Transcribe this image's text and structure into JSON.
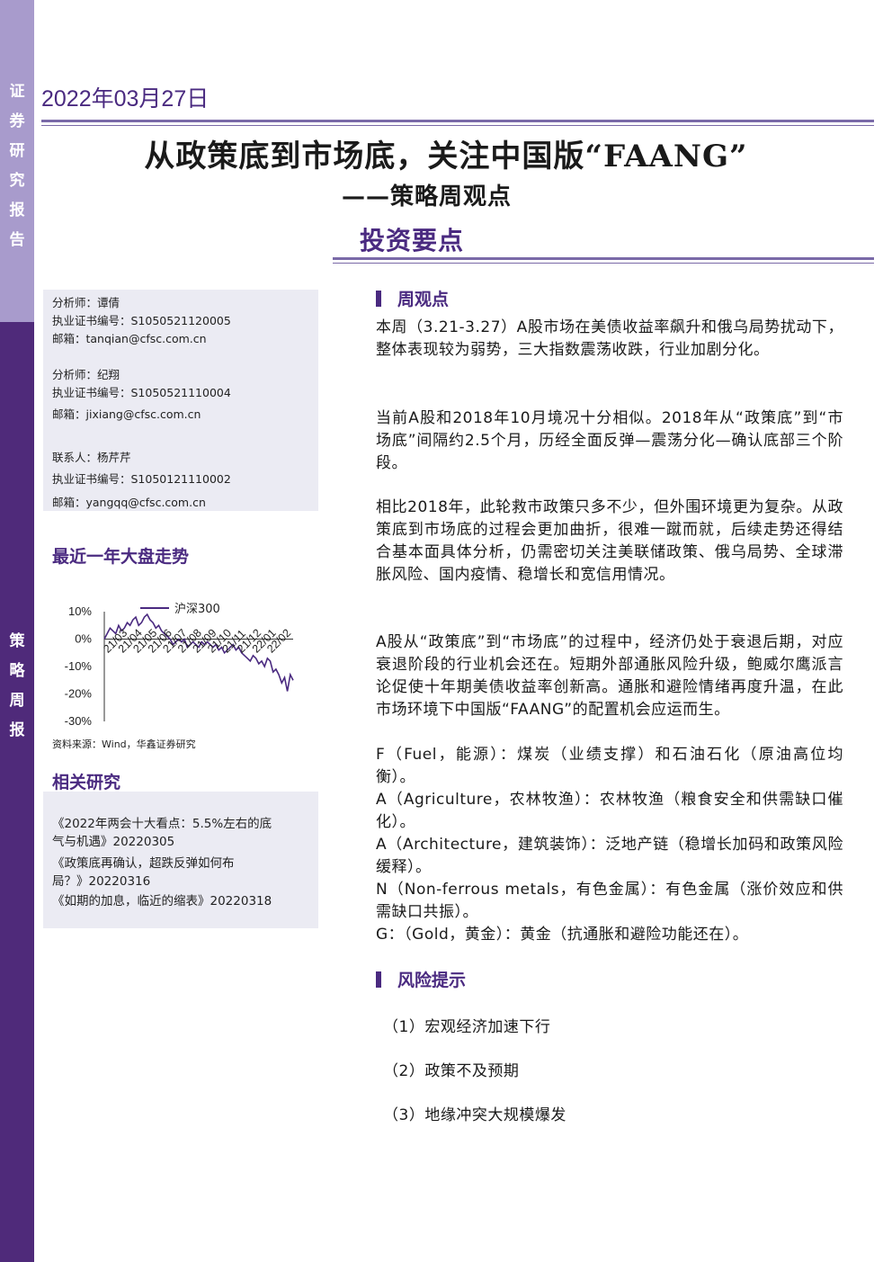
{
  "sidebar": {
    "top_label": [
      "证",
      "券",
      "研",
      "究",
      "报",
      "告"
    ],
    "bottom_label": [
      "策",
      "略",
      "周",
      "报"
    ]
  },
  "header": {
    "date": "2022年03月27日",
    "title": "从政策底到市场底，关注中国版“FAANG”",
    "subtitle": "——策略周观点",
    "section": "投资要点"
  },
  "analysts": [
    "分析师：谭倩",
    "执业证书编号：S1050521120005",
    "邮箱：tanqian@cfsc.com.cn",
    "分析师：纪翔",
    "执业证书编号：S1050521110004",
    "邮箱：jixiang@cfsc.com.cn",
    "联系人：杨芹芹",
    "执业证书编号：S1050121110002",
    "邮箱：yangqq@cfsc.com.cn"
  ],
  "market": {
    "heading": "最近一年大盘走势",
    "source": "资料来源：Wind，华鑫证券研究"
  },
  "chart_data": {
    "type": "line",
    "title": "",
    "series": [
      {
        "name": "沪深300",
        "color": "#4a2a80",
        "values": [
          0,
          2,
          4,
          3,
          2,
          5,
          3,
          4,
          6,
          5,
          7,
          8,
          5,
          6,
          8,
          9,
          7,
          6,
          4,
          5,
          3,
          2,
          1,
          0,
          -2,
          -1,
          0,
          -1,
          0,
          -3,
          -2,
          -1,
          -2,
          -3,
          -1,
          -2,
          -1,
          -2,
          -3,
          -2,
          -4,
          -3,
          -5,
          -4,
          -3,
          -2,
          -4,
          -3,
          -5,
          -6,
          -7,
          -8,
          -6,
          -7,
          -9,
          -8,
          -10,
          -7,
          -8,
          -12,
          -11,
          -13,
          -16,
          -14,
          -19,
          -13,
          -15
        ]
      }
    ],
    "x_tick_labels": [
      "21/03",
      "21/04",
      "21/05",
      "21/06",
      "21/07",
      "21/08",
      "21/09",
      "21/10",
      "21/11",
      "21/12",
      "22/01",
      "22/02"
    ],
    "y_tick_labels": [
      "10%",
      "0%",
      "-10%",
      "-20%",
      "-30%"
    ],
    "ylim": [
      -30,
      10
    ],
    "grid": false,
    "legend": "top"
  },
  "related": {
    "heading": "相关研究",
    "lines": [
      "《2022年两会十大看点：5.5%左右的底",
      "气与机遇》20220305",
      "《政策底再确认，超跌反弹如何布",
      "局？》20220316",
      "《如期的加息，临近的缩表》20220318"
    ]
  },
  "weekly": {
    "heading": "周观点",
    "paragraphs": [
      "本周（3.21-3.27）A股市场在美债收益率飙升和俄乌局势扰动下，整体表现较为弱势，三大指数震荡收跌，行业加剧分化。",
      "当前A股和2018年10月境况十分相似。2018年从“政策底”到“市场底”间隔约2.5个月，历经全面反弹—震荡分化—确认底部三个阶段。",
      "相比2018年，此轮救市政策只多不少，但外围环境更为复杂。从政策底到市场底的过程会更加曲折，很难一蹴而就，后续走势还得结合基本面具体分析，仍需密切关注美联储政策、俄乌局势、全球滞胀风险、国内疫情、稳增长和宽信用情况。",
      "A股从“政策底”到“市场底”的过程中，经济仍处于衰退后期，对应衰退阶段的行业机会还在。短期外部通胀风险升级，鲍威尔鹰派言论促使十年期美债收益率创新高。通胀和避险情绪再度升温，在此市场环境下中国版“FAANG”的配置机会应运而生。",
      "F（Fuel，能源）：煤炭（业绩支撑）和石油石化（原油高位均衡）。",
      "A（Agriculture，农林牧渔）：农林牧渔（粮食安全和供需缺口催化）。",
      "A（Architecture，建筑装饰）：泛地产链（稳增长加码和政策风险缓释）。",
      "N（Non-ferrous metals，有色金属）：有色金属（涨价效应和供需缺口共振）。",
      "G：（Gold，黄金）：黄金（抗通胀和避险功能还在）。"
    ]
  },
  "risks": {
    "heading": "风险提示",
    "items": [
      "（1）宏观经济加速下行",
      "（2）政策不及预期",
      "（3）地缘冲突大规模爆发"
    ]
  }
}
